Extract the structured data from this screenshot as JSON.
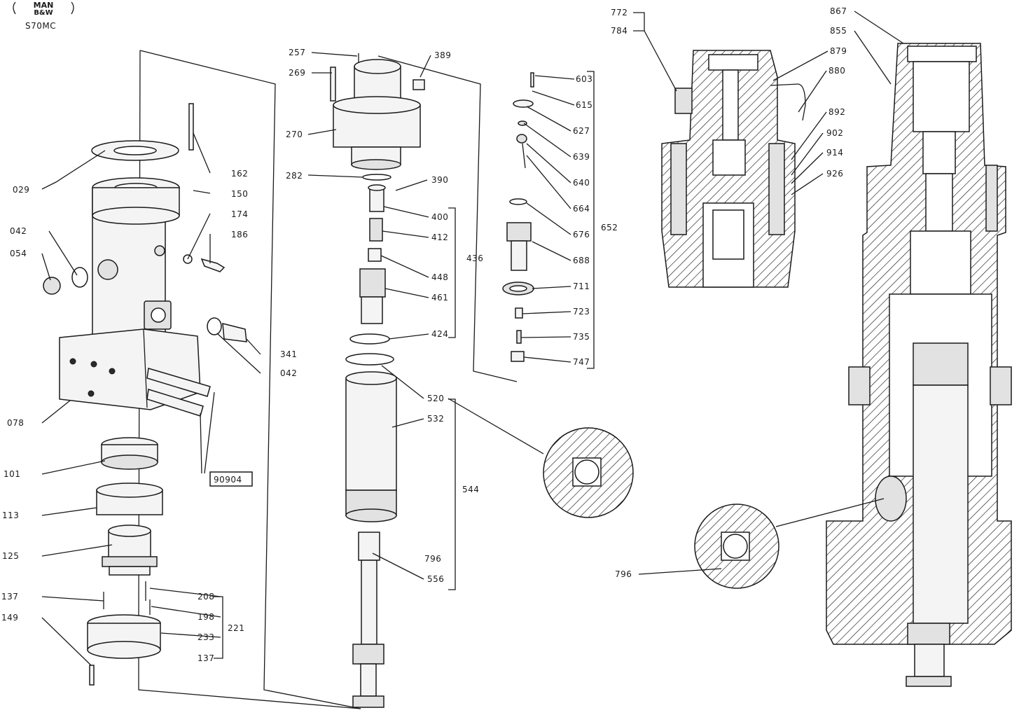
{
  "header": {
    "logo_line1": "MAN",
    "logo_line2": "B&W",
    "model": "S70MC"
  },
  "part_labels": {
    "p029": "029",
    "p042a": "042",
    "p054": "054",
    "p078": "078",
    "p101": "101",
    "p113": "113",
    "p125": "125",
    "p137a": "137",
    "p149": "149",
    "p162": "162",
    "p150": "150",
    "p174": "174",
    "p186": "186",
    "p341": "341",
    "p042b": "042",
    "p90904": "90904",
    "p208": "208",
    "p198": "198",
    "p233": "233",
    "p221": "221",
    "p137b": "137",
    "p257": "257",
    "p269": "269",
    "p389": "389",
    "p270": "270",
    "p282": "282",
    "p390": "390",
    "p400": "400",
    "p412": "412",
    "p448": "448",
    "p436": "436",
    "p461": "461",
    "p424": "424",
    "p520": "520",
    "p532": "532",
    "p544": "544",
    "p796a": "796",
    "p556": "556",
    "p603": "603",
    "p615": "615",
    "p627": "627",
    "p639": "639",
    "p640": "640",
    "p664": "664",
    "p676": "676",
    "p652": "652",
    "p688": "688",
    "p711": "711",
    "p723": "723",
    "p735": "735",
    "p747": "747",
    "p772": "772",
    "p784": "784",
    "p879": "879",
    "p880": "880",
    "p892": "892",
    "p902": "902",
    "p914": "914",
    "p926": "926",
    "p867": "867",
    "p855": "855",
    "p796b": "796"
  }
}
